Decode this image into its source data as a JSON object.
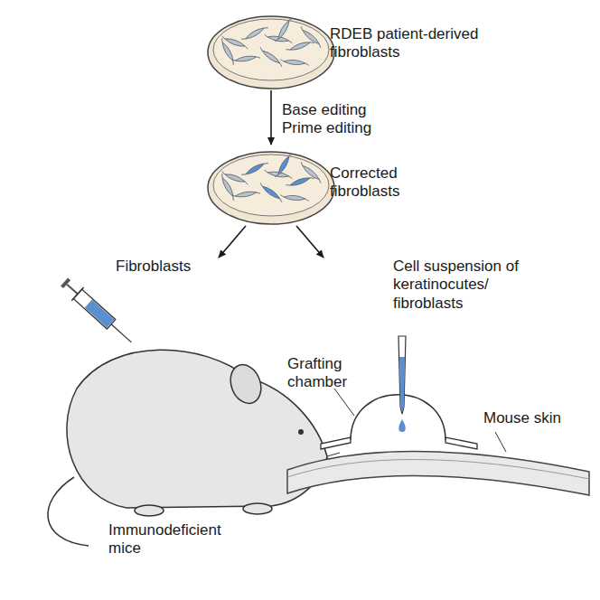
{
  "diagram": {
    "nodes": [
      {
        "text": [
          "RDEB patient-derived fibroblasts"
        ]
      },
      {
        "text": [
          "Corrected fibroblasts"
        ]
      },
      {
        "text": [
          "Fibroblasts",
          "Immunodeficient mice"
        ]
      },
      {
        "text": [
          "Grafting chamber",
          "Cell suspension of keratinocutes/ fibroblasts",
          "Mouse skin"
        ]
      }
    ],
    "edges": [
      {
        "from": 0,
        "to": 1,
        "label": "Base editing Prime editing",
        "arrow": "to"
      },
      {
        "from": 1,
        "to": 2,
        "arrow": "to"
      },
      {
        "from": 1,
        "to": 3,
        "arrow": "to"
      }
    ]
  }
}
